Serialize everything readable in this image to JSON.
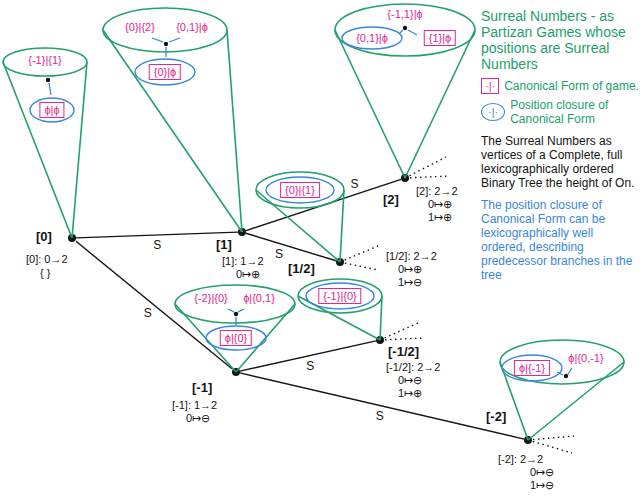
{
  "diagram": {
    "title": "Surreal Numbers - as Partizan Games whose positions are Surreal Numbers",
    "nodes": [
      {
        "text": [
          "[0]",
          "[0]: 0→2",
          "{ }"
        ]
      },
      {
        "text": [
          "{-1}|{1}"
        ]
      },
      {
        "text": [
          "ϕ|ϕ"
        ],
        "in": 1
      },
      {
        "text": [
          "[1]",
          "[1]: 1→2",
          "0↦⊕"
        ]
      },
      {
        "text": [
          "{0}|{2}",
          "{0,1}|ϕ"
        ]
      },
      {
        "text": [
          "{0}|ϕ"
        ],
        "in": 4
      },
      {
        "text": [
          "[2]",
          "[2]: 2→2",
          "0↦⊕",
          "1↦⊕"
        ]
      },
      {
        "text": [
          "{-1,1}|ϕ",
          "{0,1}|ϕ"
        ]
      },
      {
        "text": [
          "{1}|ϕ"
        ],
        "in": 7
      },
      {
        "text": [
          "[1/2]",
          "[1/2]: 2→2",
          "0↦⊕",
          "1↦⊖"
        ]
      },
      {
        "text": []
      },
      {
        "text": [
          "{0}|{1}"
        ],
        "in": 10
      },
      {
        "text": [
          "[-1]",
          "[-1]: 1→2",
          "0↦⊖"
        ]
      },
      {
        "text": [
          "{-2}|{0}",
          "ϕ|{0,1}"
        ]
      },
      {
        "text": [
          "ϕ|{0}"
        ],
        "in": 13
      },
      {
        "text": [
          "[-1/2]",
          "[-1/2]: 2→2",
          "0↦⊖",
          "1↦⊕"
        ]
      },
      {
        "text": []
      },
      {
        "text": [
          "{-1}|{0}"
        ],
        "in": 16
      },
      {
        "text": [
          "[-2]",
          "[-2]: 2→2",
          "0↦⊖",
          "1↦⊖"
        ]
      },
      {
        "text": [
          "ϕ|{0,-1}"
        ]
      },
      {
        "text": [
          "ϕ|{-1}"
        ],
        "in": 19
      }
    ],
    "edges": [
      {
        "from": 0,
        "to": 3,
        "label": "S",
        "arrow": "none"
      },
      {
        "from": 0,
        "to": 12,
        "label": "S",
        "arrow": "none"
      },
      {
        "from": 3,
        "to": 6,
        "label": "S",
        "arrow": "none"
      },
      {
        "from": 3,
        "to": 9,
        "label": "S",
        "arrow": "none"
      },
      {
        "from": 12,
        "to": 15,
        "label": "S",
        "arrow": "none"
      },
      {
        "from": 12,
        "to": 18,
        "label": "S",
        "arrow": "none"
      }
    ],
    "labels": [
      "·|·",
      "·|·",
      "The Surreal Numbers as vertices of a Complete, full lexicographically ordered Binary Tree the height of On.",
      "The position closure of Canonical Form can be lexicographically well ordered, describing predecessor branches in the tree"
    ],
    "legend": [
      {
        "text": "Canonical Form of game."
      },
      {
        "text": "Position closure of Canonical Form"
      }
    ]
  }
}
